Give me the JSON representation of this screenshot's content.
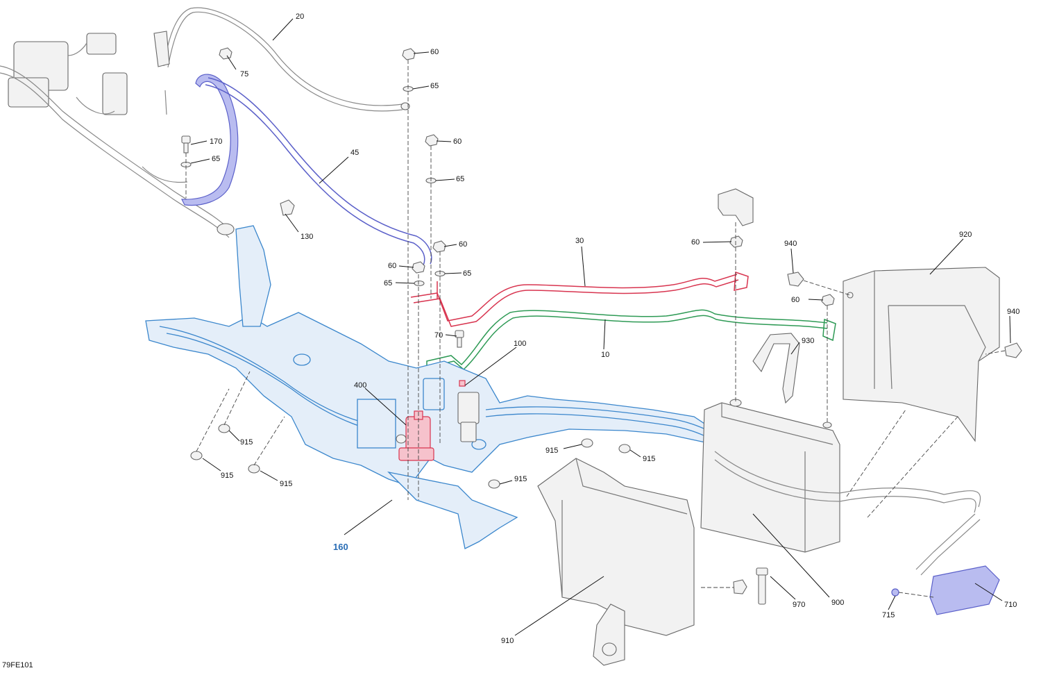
{
  "drawing_code": "79FE101",
  "callouts": {
    "c20": "20",
    "c75": "75",
    "c60a": "60",
    "c65a": "65",
    "c170": "170",
    "c65b": "65",
    "c45": "45",
    "c60b": "60",
    "c65c": "65",
    "c130": "130",
    "c60c": "60",
    "c60d": "60",
    "c65d": "65",
    "c65e": "65",
    "c30": "30",
    "c60e": "60",
    "c940a": "940",
    "c920": "920",
    "c60f": "60",
    "c940b": "940",
    "c70": "70",
    "c100": "100",
    "c10": "10",
    "c930": "930",
    "c400": "400",
    "c915a": "915",
    "c915b": "915",
    "c915c": "915",
    "c915d": "915",
    "c915e": "915",
    "c915f": "915",
    "c160": "160",
    "c900": "900",
    "c970": "970",
    "c710": "710",
    "c715": "715",
    "c910": "910"
  },
  "colors": {
    "frame_blue": "#3a86cc",
    "cable_red": "#d8344f",
    "cable_green": "#2e9a55",
    "cable_purple": "#5a5fc9"
  }
}
